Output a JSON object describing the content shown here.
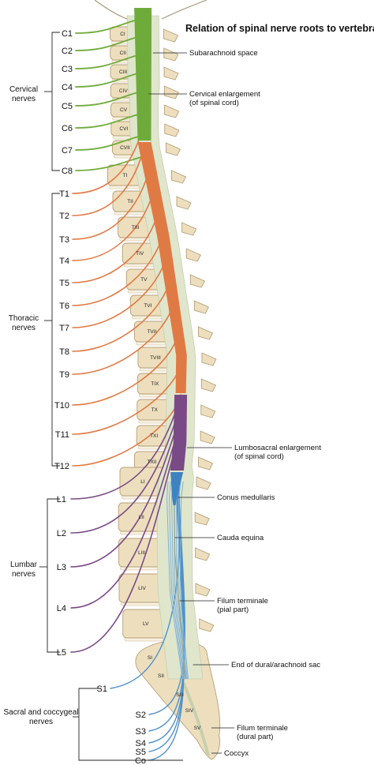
{
  "title": "Relation of spinal nerve roots to vertebrae",
  "colors": {
    "cervical": "#6fab3a",
    "thoracic": "#e07a45",
    "lumbosacral_enlargement": "#7a4a86",
    "conus": "#3d83bf",
    "lumbar_nerve": "#7a4a86",
    "cauda_equina": "#4f92c9",
    "dura": "#dfe6cc",
    "bone": "#eddfbe"
  },
  "nerves": {
    "cervical": [
      "C1",
      "C2",
      "C3",
      "C4",
      "C5",
      "C6",
      "C7",
      "C8"
    ],
    "thoracic": [
      "T1",
      "T2",
      "T3",
      "T4",
      "T5",
      "T6",
      "T7",
      "T8",
      "T9",
      "T10",
      "T11",
      "T12"
    ],
    "lumbar": [
      "L1",
      "L2",
      "L3",
      "L4",
      "L5"
    ],
    "sacral": [
      "S1",
      "S2",
      "S3",
      "S4",
      "S5",
      "Co"
    ]
  },
  "vertebrae": {
    "cervical": [
      "CI",
      "CII",
      "CIII",
      "CIV",
      "CV",
      "CVI",
      "CVII"
    ],
    "thoracic": [
      "TI",
      "TII",
      "TIII",
      "TIV",
      "TV",
      "TVI",
      "TVII",
      "TVIII",
      "TIX",
      "TX",
      "TXI",
      "TXII"
    ],
    "lumbar": [
      "LI",
      "LII",
      "LIII",
      "LIV",
      "LV"
    ],
    "sacral": [
      "SI",
      "SII",
      "SIII",
      "SIV",
      "SV"
    ]
  },
  "groups": {
    "cervical": [
      "Cervical",
      "nerves"
    ],
    "thoracic": [
      "Thoracic",
      "nerves"
    ],
    "lumbar": [
      "Lumbar",
      "nerves"
    ],
    "sacral": [
      "Sacral and coccygeal",
      "nerves"
    ]
  },
  "callouts": [
    [
      "Subarachnoid space"
    ],
    [
      "Cervical enlargement",
      "(of spinal cord)"
    ],
    [
      "Lumbosacral enlargement",
      "(of spinal cord)"
    ],
    [
      "Conus medullaris"
    ],
    [
      "Cauda equina"
    ],
    [
      "Filum terminale",
      "(pial part)"
    ],
    [
      "End of dural/arachnoid sac"
    ],
    [
      "Filum terminale",
      "(dural part)"
    ],
    [
      "Coccyx"
    ]
  ]
}
